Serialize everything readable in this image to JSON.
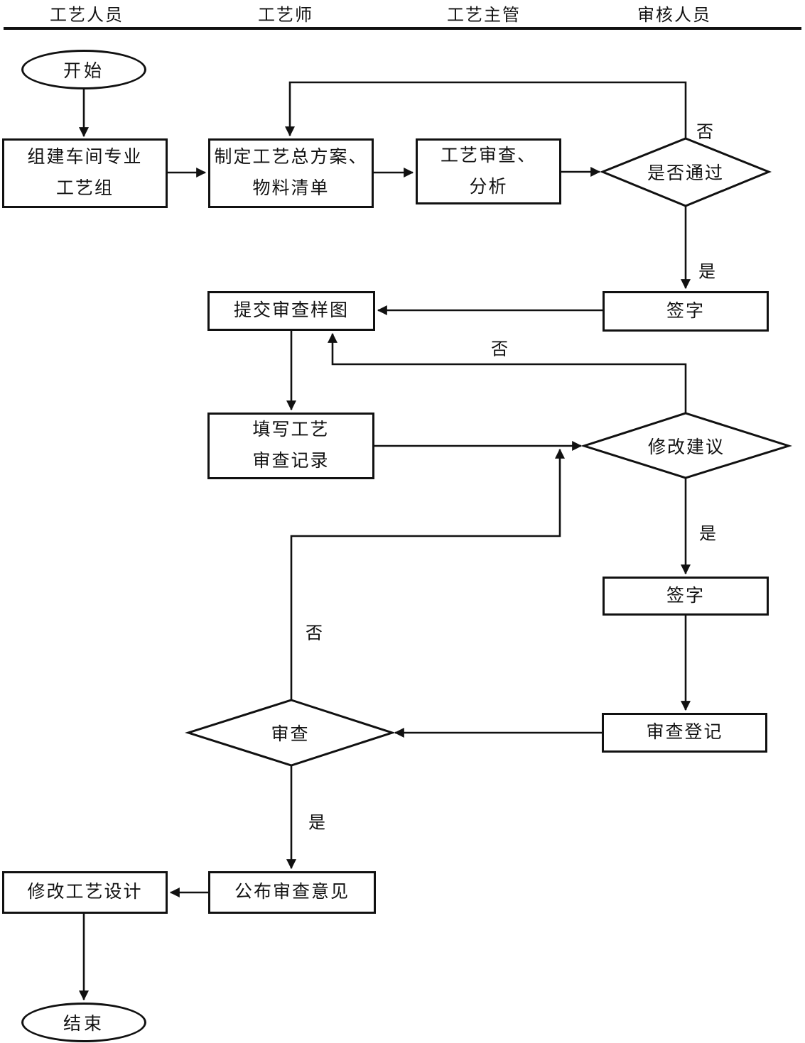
{
  "header": {
    "lanes": [
      {
        "label": "工艺人员"
      },
      {
        "label": "工艺师"
      },
      {
        "label": "工艺主管"
      },
      {
        "label": "审核人员"
      }
    ]
  },
  "flowchart": {
    "terminals": {
      "start": "开始",
      "end": "结束"
    },
    "nodes": {
      "build_team": "组建车间专业\n工艺组",
      "make_plan": "制定工艺总方案、\n物料清单",
      "process_review": "工艺审查、\n分析",
      "pass_check": "是否通过",
      "sign1": "签字",
      "submit_sample": "提交审查样图",
      "fill_record": "填写工艺\n审查记录",
      "modify_suggestion": "修改建议",
      "sign2": "签字",
      "review_register": "审查登记",
      "review": "审查",
      "publish_opinion": "公布审查意见",
      "modify_design": "修改工艺设计"
    },
    "edge_labels": {
      "yes": "是",
      "no": "否"
    }
  },
  "colors": {
    "line": "#111111",
    "background": "#ffffff",
    "text": "#111111"
  }
}
